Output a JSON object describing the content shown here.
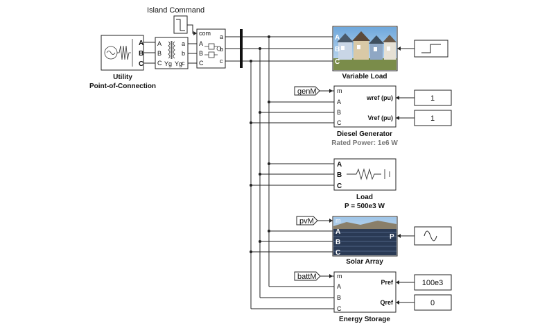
{
  "island": {
    "label": "Island Command"
  },
  "utility": {
    "title_line1": "Utility",
    "title_line2": "Point-of-Connection",
    "ports": [
      "A",
      "B",
      "C"
    ]
  },
  "transformer": {
    "ports_left": [
      "A",
      "B",
      "C"
    ],
    "ports_right": [
      "a",
      "b",
      "c"
    ],
    "winding_left": "Yg",
    "winding_right": "Yg"
  },
  "breaker": {
    "ports_left": [
      "com",
      "A",
      "B",
      "C"
    ],
    "ports_right": [
      "a",
      "b",
      "c"
    ]
  },
  "variable_load": {
    "title": "Variable Load",
    "ports": [
      "A",
      "B",
      "C"
    ]
  },
  "diesel": {
    "title": "Diesel Generator",
    "subtitle": "Rated Power: 1e6 W",
    "tag": "genM",
    "ports_left": [
      "m",
      "A",
      "B",
      "C"
    ],
    "inputs": [
      {
        "label": "wref (pu)",
        "value": "1"
      },
      {
        "label": "Vref (pu)",
        "value": "1"
      }
    ]
  },
  "load": {
    "title": "Load",
    "subtitle": "P = 500e3 W",
    "ports": [
      "A",
      "B",
      "C"
    ]
  },
  "solar": {
    "title": "Solar Array",
    "tag": "pvM",
    "ports_left": [
      "m",
      "A",
      "B",
      "C"
    ],
    "port_right": "P"
  },
  "storage": {
    "title": "Energy Storage",
    "tag": "battM",
    "ports_left": [
      "m",
      "A",
      "B",
      "C"
    ],
    "inputs": [
      {
        "label": "Pref",
        "value": "100e3"
      },
      {
        "label": "Qref",
        "value": "0"
      }
    ]
  }
}
